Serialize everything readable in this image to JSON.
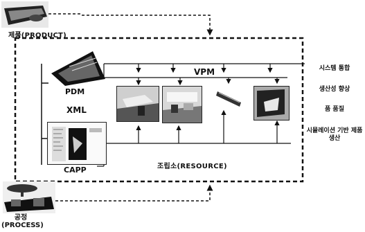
{
  "labels": {
    "product": "제품(PRODUCT)",
    "process": "공정\n(PROCESS)",
    "pdm": "PDM",
    "xml": "XML",
    "capp": "CAPP",
    "vpm": "VPM",
    "resource": "조립소(RESOURCE)"
  },
  "side_items": [
    "시스템 통합",
    "생산성 향상",
    "품 품질",
    "시뮬레이션 기반 제품 생산"
  ]
}
